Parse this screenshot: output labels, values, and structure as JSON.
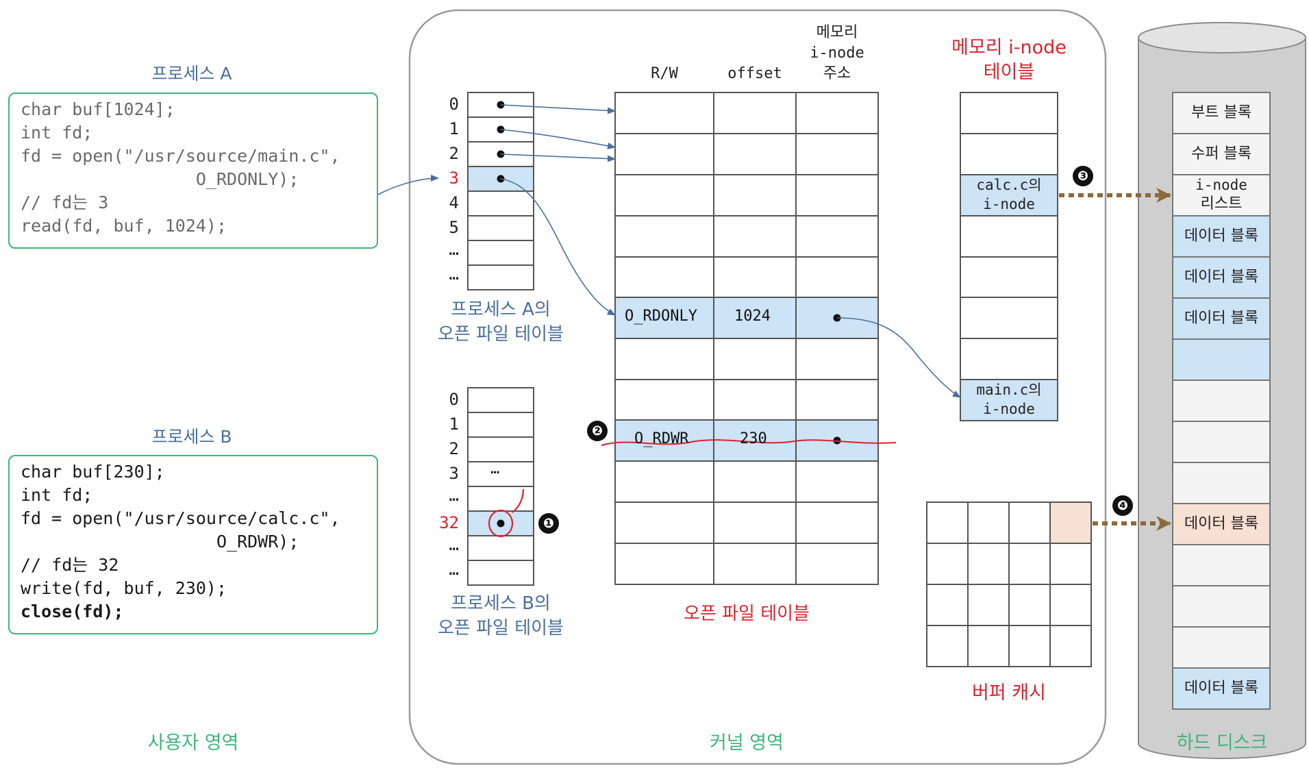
{
  "regions": {
    "user": "사용자 영역",
    "kernel": "커널 영역",
    "disk": "하드 디스크"
  },
  "process_a": {
    "title": "프로세스 A",
    "code": [
      "char buf[1024];",
      "int fd;",
      "fd = open(\"/usr/source/main.c\",",
      "                 O_RDONLY);",
      "// fd는 3",
      "read(fd, buf, 1024);"
    ]
  },
  "process_b": {
    "title": "프로세스 B",
    "code": [
      "char buf[230];",
      "int fd;",
      "fd = open(\"/usr/source/calc.c\",",
      "                   O_RDWR);",
      "// fd는 32",
      "write(fd, buf, 230);",
      "close(fd);"
    ]
  },
  "fd_table_a": {
    "label_line1": "프로세스 A의",
    "label_line2": "오픈 파일 테이블",
    "indices": [
      "0",
      "1",
      "2",
      "3",
      "4",
      "5",
      "…",
      "…"
    ],
    "highlight_index": "3"
  },
  "fd_table_b": {
    "label_line1": "프로세스 B의",
    "label_line2": "오픈 파일 테이블",
    "indices": [
      "0",
      "1",
      "2",
      "3",
      "…",
      "32",
      "…",
      "…"
    ],
    "row3_content": "…",
    "highlight_index": "32"
  },
  "open_file_table": {
    "title": "오픈 파일 테이블",
    "headers": {
      "rw": "R/W",
      "offset": "offset",
      "inode_addr_line1": "메모리",
      "inode_addr_line2": "i-node",
      "inode_addr_line3": "주소"
    },
    "entry_a": {
      "rw": "O_RDONLY",
      "offset": "1024"
    },
    "entry_b": {
      "rw": "O_RDWR",
      "offset": "230"
    }
  },
  "inode_table": {
    "title_line1": "메모리 i-node",
    "title_line2": "테이블",
    "calc_line1": "calc.c의",
    "calc_line2": "i-node",
    "main_line1": "main.c의",
    "main_line2": "i-node"
  },
  "buffer_cache": {
    "title": "버퍼 캐시"
  },
  "disk_blocks": {
    "boot": "부트 블록",
    "super": "수퍼 블록",
    "inode_list_line1": "i-node",
    "inode_list_line2": "리스트",
    "data": "데이터 블록"
  },
  "badges": [
    "❶",
    "❷",
    "❸",
    "❹"
  ],
  "colors": {
    "highlight_blue": "#cde3f6",
    "highlight_peach": "#f9e0d4",
    "code_border": "#3fb57a",
    "region_green": "#3fb57a",
    "title_blue": "#4a6f9e",
    "red": "#e0202a",
    "arrow_blue": "#4a6f9e",
    "dotted_arrow": "#8b6a3e"
  }
}
